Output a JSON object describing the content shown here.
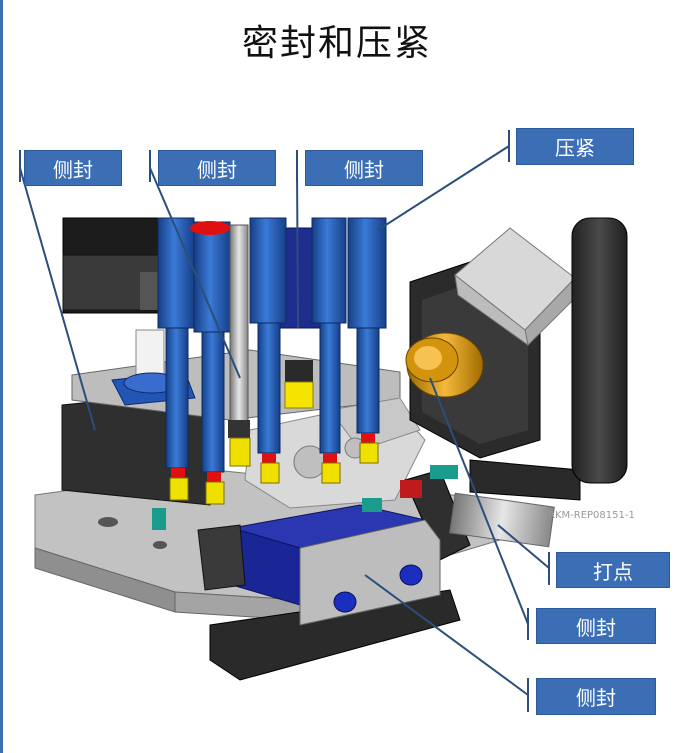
{
  "title": "密封和压紧",
  "labels": {
    "side_seal_1": "侧封",
    "side_seal_2": "侧封",
    "side_seal_3": "侧封",
    "clamp": "压紧",
    "punch": "打点",
    "side_seal_4": "侧封",
    "side_seal_5": "侧封"
  },
  "model_watermark": "RKM-REP08151-1",
  "colors": {
    "label_bg": "#3b6eb5",
    "leader_line": "#2b4f7a",
    "cylinder_blue": "#2a63b8",
    "brass": "#d4930c",
    "base_gray": "#b4b4b4",
    "dark_block": "#3a3a3a",
    "slide_blue": "#1a2a9c",
    "yellow_part": "#f0e000",
    "red_ring": "#e01010",
    "teal": "#1a9c8c"
  }
}
